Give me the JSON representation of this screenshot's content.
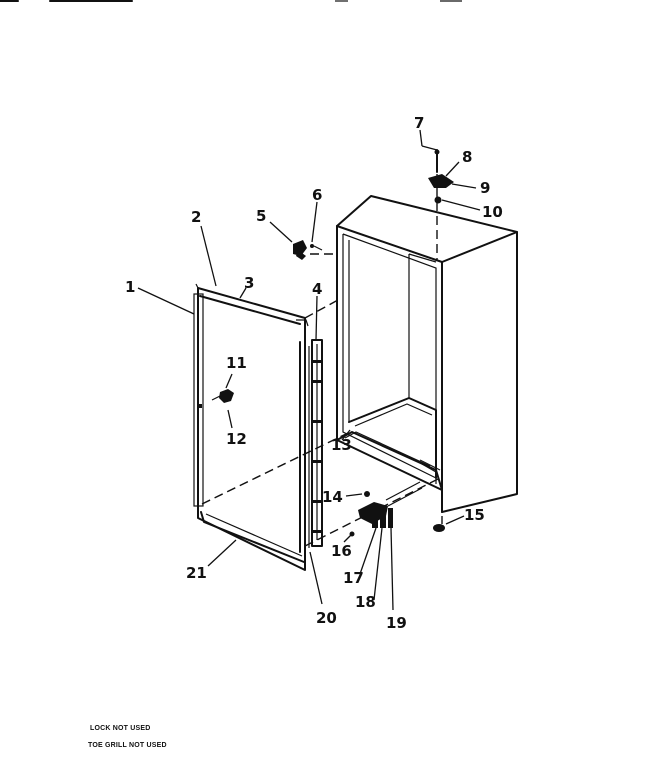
{
  "callouts": {
    "c1": "1",
    "c2": "2",
    "c3": "3",
    "c4": "4",
    "c5": "5",
    "c6": "6",
    "c7": "7",
    "c8": "8",
    "c9": "9",
    "c10": "10",
    "c11": "11",
    "c12": "12",
    "c13": "13",
    "c14": "14",
    "c15": "15",
    "c16": "16",
    "c17": "17",
    "c18": "18",
    "c19": "19",
    "c20": "20",
    "c21": "21"
  },
  "notes": {
    "lock": "LOCK NOT USED",
    "toe_grill": "TOE GRILL NOT USED"
  }
}
